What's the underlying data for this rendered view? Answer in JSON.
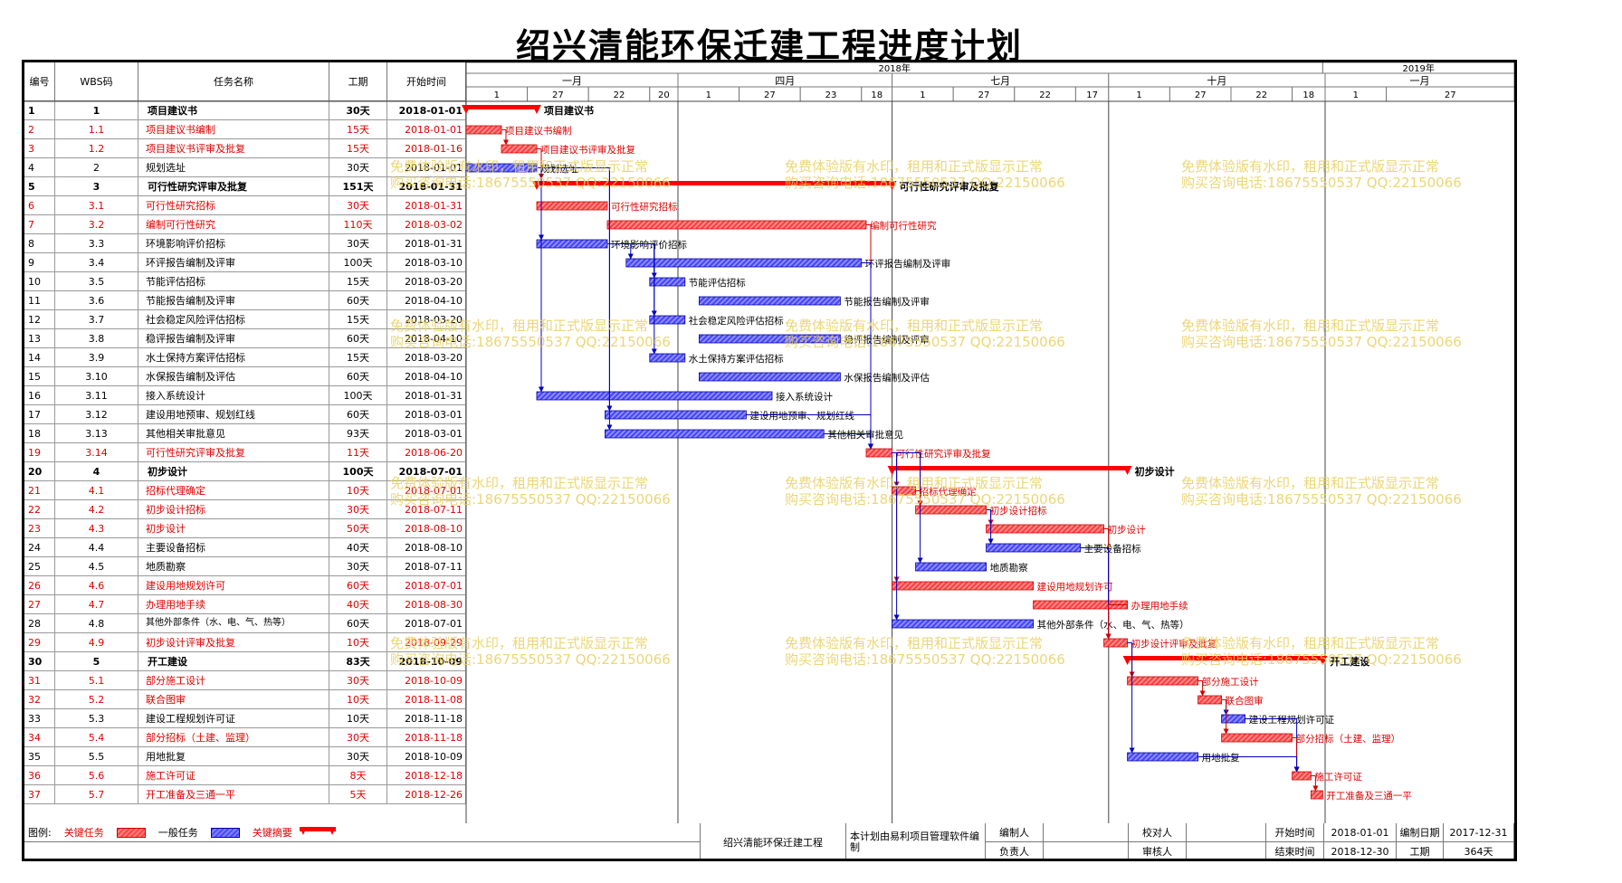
{
  "title": "绍兴清能环保迁建工程进度计划",
  "columns": {
    "no": "编号",
    "wbs": "WBS码",
    "name": "任务名称",
    "duration": "工期",
    "start": "开始时间"
  },
  "timeline": {
    "years": [
      {
        "label": "2018年",
        "start": 0,
        "end": 364
      },
      {
        "label": "2019年",
        "start": 364,
        "end": 457
      }
    ],
    "quarters": [
      {
        "label": "一月",
        "start": 0,
        "end": 90
      },
      {
        "label": "四月",
        "start": 90,
        "end": 181
      },
      {
        "label": "七月",
        "start": 181,
        "end": 273
      },
      {
        "label": "十月",
        "start": 273,
        "end": 365
      },
      {
        "label": "一月",
        "start": 365,
        "end": 457
      }
    ],
    "ticks": [
      {
        "label": "1",
        "day": 0
      },
      {
        "label": "27",
        "day": 26
      },
      {
        "label": "22",
        "day": 52
      },
      {
        "label": "20",
        "day": 78
      },
      {
        "label": "1",
        "day": 90
      },
      {
        "label": "27",
        "day": 116
      },
      {
        "label": "23",
        "day": 142
      },
      {
        "label": "18",
        "day": 168
      },
      {
        "label": "1",
        "day": 181
      },
      {
        "label": "27",
        "day": 207
      },
      {
        "label": "22",
        "day": 233
      },
      {
        "label": "17",
        "day": 259
      },
      {
        "label": "1",
        "day": 273
      },
      {
        "label": "27",
        "day": 299
      },
      {
        "label": "22",
        "day": 325
      },
      {
        "label": "18",
        "day": 351
      },
      {
        "label": "1",
        "day": 365
      },
      {
        "label": "27",
        "day": 391
      }
    ]
  },
  "tasks": [
    {
      "no": "1",
      "wbs": "1",
      "name": "项目建议书",
      "duration": "30天",
      "start": "2018-01-01",
      "type": "summary",
      "s": 0,
      "d": 30
    },
    {
      "no": "2",
      "wbs": "1.1",
      "name": "项目建议书编制",
      "duration": "15天",
      "start": "2018-01-01",
      "type": "critical",
      "s": 0,
      "d": 15
    },
    {
      "no": "3",
      "wbs": "1.2",
      "name": "项目建议书评审及批复",
      "duration": "15天",
      "start": "2018-01-16",
      "type": "critical",
      "s": 15,
      "d": 15
    },
    {
      "no": "4",
      "wbs": "2",
      "name": "规划选址",
      "duration": "30天",
      "start": "2018-01-01",
      "type": "normal",
      "s": 0,
      "d": 30
    },
    {
      "no": "5",
      "wbs": "3",
      "name": "可行性研究评审及批复",
      "duration": "151天",
      "start": "2018-01-31",
      "type": "summary",
      "s": 30,
      "d": 151
    },
    {
      "no": "6",
      "wbs": "3.1",
      "name": "可行性研究招标",
      "duration": "30天",
      "start": "2018-01-31",
      "type": "critical",
      "s": 30,
      "d": 30
    },
    {
      "no": "7",
      "wbs": "3.2",
      "name": "编制可行性研究",
      "duration": "110天",
      "start": "2018-03-02",
      "type": "critical",
      "s": 60,
      "d": 110
    },
    {
      "no": "8",
      "wbs": "3.3",
      "name": "环境影响评价招标",
      "duration": "30天",
      "start": "2018-01-31",
      "type": "normal",
      "s": 30,
      "d": 30
    },
    {
      "no": "9",
      "wbs": "3.4",
      "name": "环评报告编制及评审",
      "duration": "100天",
      "start": "2018-03-10",
      "type": "normal",
      "s": 68,
      "d": 100
    },
    {
      "no": "10",
      "wbs": "3.5",
      "name": "节能评估招标",
      "duration": "15天",
      "start": "2018-03-20",
      "type": "normal",
      "s": 78,
      "d": 15
    },
    {
      "no": "11",
      "wbs": "3.6",
      "name": "节能报告编制及评审",
      "duration": "60天",
      "start": "2018-04-10",
      "type": "normal",
      "s": 99,
      "d": 60
    },
    {
      "no": "12",
      "wbs": "3.7",
      "name": "社会稳定风险评估招标",
      "duration": "15天",
      "start": "2018-03-20",
      "type": "normal",
      "s": 78,
      "d": 15
    },
    {
      "no": "13",
      "wbs": "3.8",
      "name": "稳评报告编制及评审",
      "duration": "60天",
      "start": "2018-04-10",
      "type": "normal",
      "s": 99,
      "d": 60
    },
    {
      "no": "14",
      "wbs": "3.9",
      "name": "水土保持方案评估招标",
      "duration": "15天",
      "start": "2018-03-20",
      "type": "normal",
      "s": 78,
      "d": 15
    },
    {
      "no": "15",
      "wbs": "3.10",
      "name": "水保报告编制及评估",
      "duration": "60天",
      "start": "2018-04-10",
      "type": "normal",
      "s": 99,
      "d": 60
    },
    {
      "no": "16",
      "wbs": "3.11",
      "name": "接入系统设计",
      "duration": "100天",
      "start": "2018-01-31",
      "type": "normal",
      "s": 30,
      "d": 100
    },
    {
      "no": "17",
      "wbs": "3.12",
      "name": "建设用地预审、规划红线",
      "duration": "60天",
      "start": "2018-03-01",
      "type": "normal",
      "s": 59,
      "d": 60
    },
    {
      "no": "18",
      "wbs": "3.13",
      "name": "其他相关审批意见",
      "duration": "93天",
      "start": "2018-03-01",
      "type": "normal",
      "s": 59,
      "d": 93
    },
    {
      "no": "19",
      "wbs": "3.14",
      "name": "可行性研究评审及批复",
      "duration": "11天",
      "start": "2018-06-20",
      "type": "critical",
      "s": 170,
      "d": 11
    },
    {
      "no": "20",
      "wbs": "4",
      "name": "初步设计",
      "duration": "100天",
      "start": "2018-07-01",
      "type": "summary",
      "s": 181,
      "d": 100
    },
    {
      "no": "21",
      "wbs": "4.1",
      "name": "招标代理确定",
      "duration": "10天",
      "start": "2018-07-01",
      "type": "critical",
      "s": 181,
      "d": 10
    },
    {
      "no": "22",
      "wbs": "4.2",
      "name": "初步设计招标",
      "duration": "30天",
      "start": "2018-07-11",
      "type": "critical",
      "s": 191,
      "d": 30
    },
    {
      "no": "23",
      "wbs": "4.3",
      "name": "初步设计",
      "duration": "50天",
      "start": "2018-08-10",
      "type": "critical",
      "s": 221,
      "d": 50
    },
    {
      "no": "24",
      "wbs": "4.4",
      "name": "主要设备招标",
      "duration": "40天",
      "start": "2018-08-10",
      "type": "normal",
      "s": 221,
      "d": 40
    },
    {
      "no": "25",
      "wbs": "4.5",
      "name": "地质勘察",
      "duration": "30天",
      "start": "2018-07-11",
      "type": "normal",
      "s": 191,
      "d": 30
    },
    {
      "no": "26",
      "wbs": "4.6",
      "name": "建设用地规划许可",
      "duration": "60天",
      "start": "2018-07-01",
      "type": "critical",
      "s": 181,
      "d": 60
    },
    {
      "no": "27",
      "wbs": "4.7",
      "name": "办理用地手续",
      "duration": "40天",
      "start": "2018-08-30",
      "type": "critical",
      "s": 241,
      "d": 40
    },
    {
      "no": "28",
      "wbs": "4.8",
      "name": "其他外部条件（水、电、气、热等）",
      "duration": "60天",
      "start": "2018-07-01",
      "type": "normal",
      "s": 181,
      "d": 60
    },
    {
      "no": "29",
      "wbs": "4.9",
      "name": "初步设计评审及批复",
      "duration": "10天",
      "start": "2018-09-29",
      "type": "critical",
      "s": 271,
      "d": 10
    },
    {
      "no": "30",
      "wbs": "5",
      "name": "开工建设",
      "duration": "83天",
      "start": "2018-10-09",
      "type": "summary",
      "s": 281,
      "d": 83
    },
    {
      "no": "31",
      "wbs": "5.1",
      "name": "部分施工设计",
      "duration": "30天",
      "start": "2018-10-09",
      "type": "critical",
      "s": 281,
      "d": 30
    },
    {
      "no": "32",
      "wbs": "5.2",
      "name": "联合图审",
      "duration": "10天",
      "start": "2018-11-08",
      "type": "critical",
      "s": 311,
      "d": 10
    },
    {
      "no": "33",
      "wbs": "5.3",
      "name": "建设工程规划许可证",
      "duration": "10天",
      "start": "2018-11-18",
      "type": "normal",
      "s": 321,
      "d": 10
    },
    {
      "no": "34",
      "wbs": "5.4",
      "name": "部分招标（土建、监理）",
      "duration": "30天",
      "start": "2018-11-18",
      "type": "critical",
      "s": 321,
      "d": 30
    },
    {
      "no": "35",
      "wbs": "5.5",
      "name": "用地批复",
      "duration": "30天",
      "start": "2018-10-09",
      "type": "normal",
      "s": 281,
      "d": 30
    },
    {
      "no": "36",
      "wbs": "5.6",
      "name": "施工许可证",
      "duration": "8天",
      "start": "2018-12-18",
      "type": "critical",
      "s": 351,
      "d": 8
    },
    {
      "no": "37",
      "wbs": "5.7",
      "name": "开工准备及三通一平",
      "duration": "5天",
      "start": "2018-12-26",
      "type": "critical",
      "s": 359,
      "d": 5
    }
  ],
  "dependencies": [
    [
      1,
      2
    ],
    [
      2,
      4
    ],
    [
      3,
      7
    ],
    [
      3,
      15
    ],
    [
      3,
      16
    ],
    [
      3,
      17
    ],
    [
      7,
      8
    ],
    [
      7,
      9
    ],
    [
      7,
      11
    ],
    [
      7,
      13
    ],
    [
      6,
      18
    ],
    [
      8,
      18
    ],
    [
      16,
      18
    ],
    [
      17,
      18
    ],
    [
      18,
      20
    ],
    [
      18,
      21
    ],
    [
      18,
      24
    ],
    [
      18,
      25
    ],
    [
      18,
      27
    ],
    [
      20,
      21
    ],
    [
      21,
      22
    ],
    [
      21,
      23
    ],
    [
      22,
      28
    ],
    [
      23,
      28
    ],
    [
      26,
      28
    ],
    [
      28,
      30
    ],
    [
      28,
      34
    ],
    [
      30,
      31
    ],
    [
      31,
      32
    ],
    [
      31,
      33
    ],
    [
      32,
      35
    ],
    [
      33,
      35
    ],
    [
      34,
      35
    ],
    [
      35,
      36
    ]
  ],
  "watermark": {
    "line1": "免费体验版有水印，租用和正式版显示正常",
    "line2": "购买咨询电话:18675550537 QQ:22150066"
  },
  "legend": {
    "label": "图例:",
    "critical": "关键任务",
    "normal": "一般任务",
    "summary": "关键摘要"
  },
  "footer": {
    "project": "绍兴清能环保迁建工程",
    "note": "本计划由易利项目管理软件编制",
    "editor_label": "编制人",
    "checker_label": "校对人",
    "owner_label": "负责人",
    "reviewer_label": "审核人",
    "start_label": "开始时间",
    "start_value": "2018-01-01",
    "end_label": "结束时间",
    "end_value": "2018-12-30",
    "date_label": "编制日期",
    "date_value": "2017-12-31",
    "duration_label": "工期",
    "duration_value": "364天"
  },
  "colors": {
    "critical": "#ff4444",
    "critical_border": "#d00000",
    "normal": "#4c4cff",
    "normal_border": "#0000a0",
    "summary": "#ff0000",
    "critical_text": "#e00000",
    "watermark": "#e8d060"
  }
}
